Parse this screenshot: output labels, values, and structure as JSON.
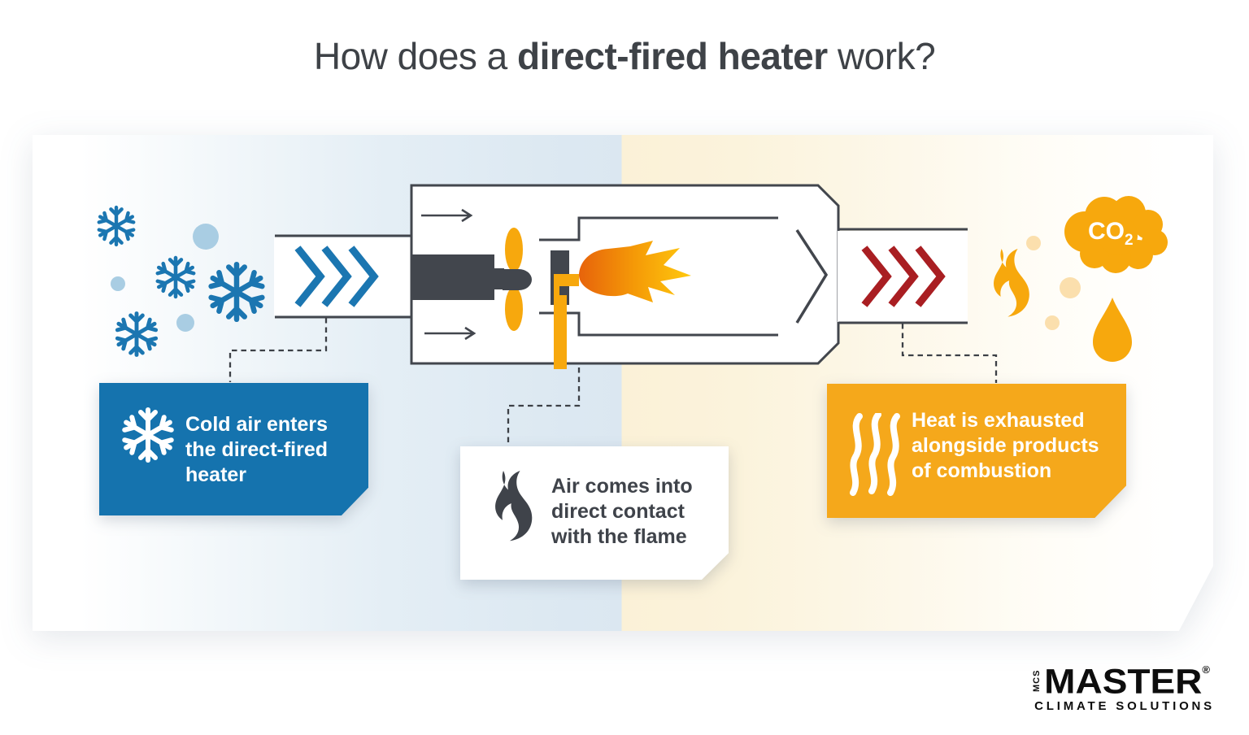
{
  "title": {
    "prefix": "How does a ",
    "bold": "direct-fired heater",
    "suffix": " work?"
  },
  "callouts": {
    "cold_air": {
      "icon": "snowflake-icon",
      "text": "Cold air enters\nthe direct-fired\nheater"
    },
    "direct_contact": {
      "icon": "flame-icon",
      "text": "Air comes into\ndirect contact\nwith the flame"
    },
    "heat_exhaust": {
      "icon": "heat-waves-icon",
      "text": "Heat is exhausted\nalongside products\nof combustion"
    }
  },
  "labels": {
    "co2_main": "CO",
    "co2_sub": "2"
  },
  "logo": {
    "mcs": "MCS",
    "name": "MASTER",
    "registered": "®",
    "tagline": "CLIMATE SOLUTIONS"
  },
  "colors": {
    "blue": "#1573ae",
    "light_blue_dot": "#a9cde3",
    "orange": "#f5a81b",
    "pale_orange_dot": "#fbdfad",
    "red_chevron": "#a91e22",
    "dark_outline": "#42464d",
    "flame_gradient_start": "#e7630b",
    "flame_gradient_end": "#ffc90e",
    "band_cold": "#dbe7f1",
    "band_hot": "#fbf1d7"
  }
}
